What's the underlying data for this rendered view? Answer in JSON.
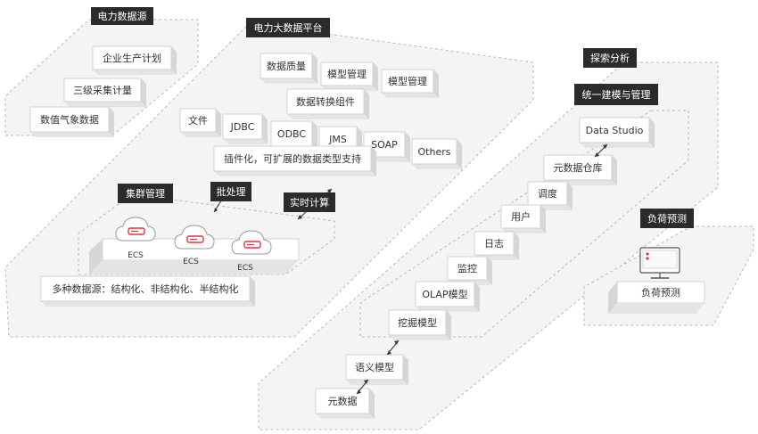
{
  "sections": {
    "power_source": {
      "title": "电力数据源",
      "items": [
        "企业生产计划",
        "三级采集计量",
        "数值气象数据"
      ]
    },
    "big_data_platform": {
      "title": "电力大数据平台",
      "row1": [
        "数据质量",
        "模型管理",
        "模型管理"
      ],
      "converter": "数据转换组件",
      "protocols": [
        "文件",
        "JDBC",
        "ODBC",
        "JMS",
        "SOAP",
        "Others"
      ],
      "plugin": "插件化，可扩展的数据类型支持",
      "cluster": "集群管理",
      "batch": "批处理",
      "realtime": "实时计算",
      "ecs_label": "ECS",
      "multi_source": "多种数据源：结构化、非结构化、半结构化"
    },
    "explore": {
      "title": "探索分析",
      "subtitle": "统一建模与管理",
      "items": [
        "Data Studio",
        "元数据仓库",
        "调度",
        "用户",
        "日志",
        "监控",
        "OLAP模型",
        "挖掘模型"
      ],
      "bottom": [
        "语义模型",
        "元数据"
      ]
    },
    "load_forecast": {
      "title": "负荷预测",
      "item": "负荷预测"
    }
  },
  "colors": {
    "tag_bg": "#2b2b2b",
    "accent": "#d9363e",
    "platform": "#f4f4f4"
  },
  "icons": [
    "cloud-server-icon",
    "monitor-icon",
    "double-arrow-icon"
  ]
}
